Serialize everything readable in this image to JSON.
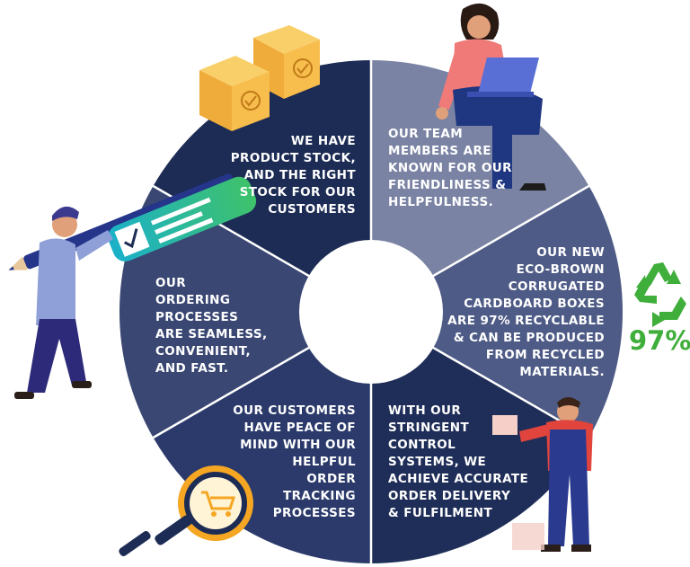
{
  "segments": [
    {
      "id": "product-stock",
      "text": "WE HAVE\nPRODUCT STOCK,\nAND THE RIGHT\nSTOCK FOR OUR\nCUSTOMERS"
    },
    {
      "id": "team-members",
      "text": "OUR  TEAM\nMEMBERS ARE\nKNOWN FOR OUR\nFRIENDLINESS &\nHELPFULNESS."
    },
    {
      "id": "eco-boxes",
      "text": "OUR  NEW\nECO-BROWN\nCORRUGATED\nCARDBOARD BOXES\nARE 97% RECYCLABLE\n& CAN BE PRODUCED\nFROM RECYCLED\nMATERIALS."
    },
    {
      "id": "control-systems",
      "text": "WITH OUR\nSTRINGENT\nCONTROL\nSYSTEMS, WE\nACHIEVE ACCURATE\nORDER DELIVERY\n& FULFILMENT"
    },
    {
      "id": "tracking",
      "text": "OUR CUSTOMERS\nHAVE PEACE OF\nMIND WITH OUR\nHELPFUL\nORDER\nTRACKING\nPROCESSES"
    },
    {
      "id": "ordering",
      "text": "OUR\nORDERING\nPROCESSES\nARE SEAMLESS,\nCONVENIENT,\nAND FAST."
    }
  ],
  "recycle": {
    "percent": "97%",
    "icon": "recycle-icon"
  },
  "colors": {
    "navy_dark": "#1d2c54",
    "navy_mid": "#2b3a6a",
    "slate": "#4a5782",
    "slate_light": "#7a83a3",
    "green": "#3fae3a",
    "orange": "#f5a623"
  }
}
